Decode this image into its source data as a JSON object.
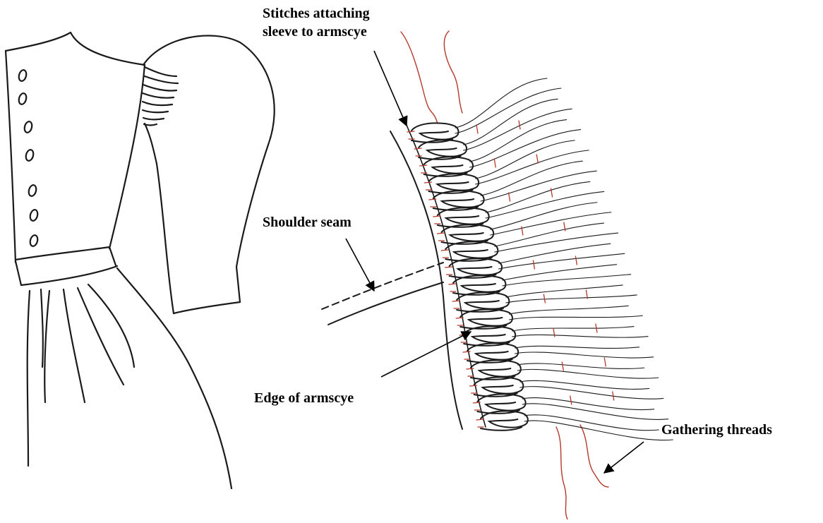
{
  "labels": {
    "stitches_line1": "Stitches attaching",
    "stitches_line2": "sleeve to armscye",
    "shoulder_seam": "Shoulder seam",
    "edge_of_armscye": "Edge of armscye",
    "gathering_threads": "Gathering threads"
  },
  "colors": {
    "ink": "#1a1a1a",
    "thread": "#b5382a",
    "background": "#ffffff"
  },
  "figures": {
    "left": "bodice-with-puffed-sleeve-sketch",
    "right": "cartridge-pleated-sleeve-head-detail"
  }
}
